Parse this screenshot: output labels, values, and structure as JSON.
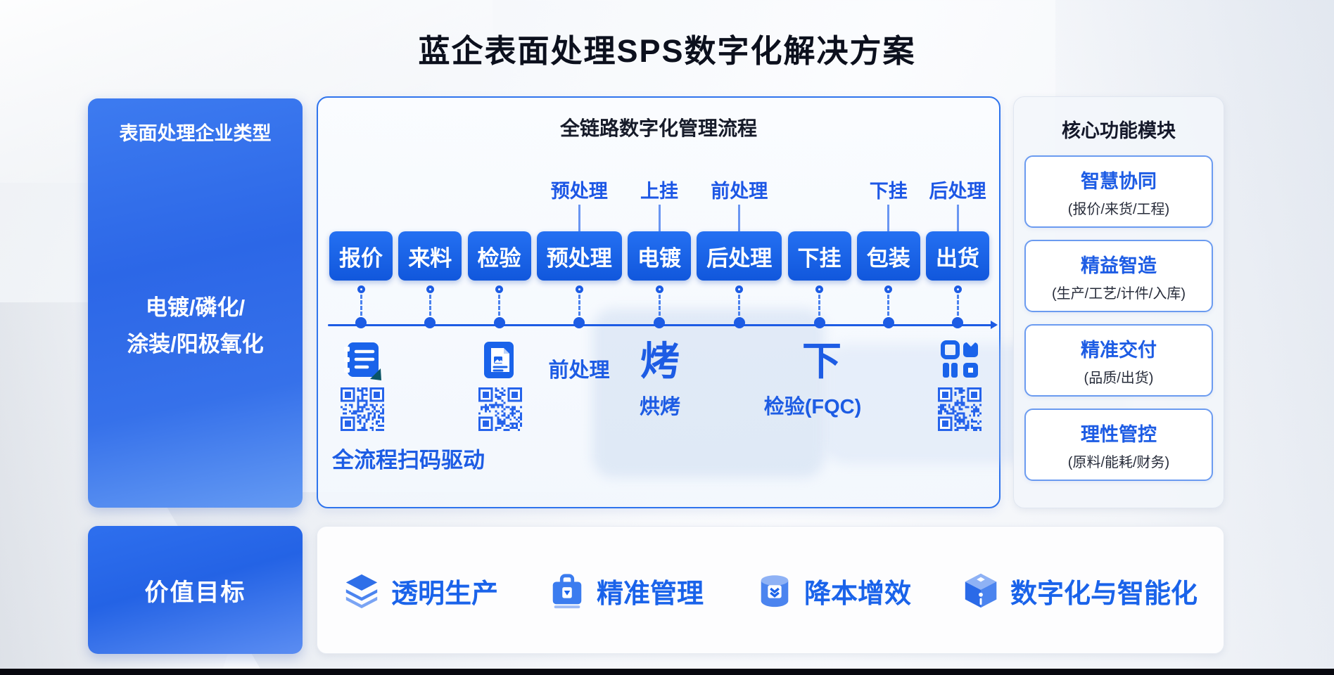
{
  "page": {
    "title": "蓝企表面处理SPS数字化解决方案"
  },
  "sidebar": {
    "title": "表面处理企业类型",
    "body_line1": "电镀/磷化/",
    "body_line2": "涂装/阳极氧化"
  },
  "flow": {
    "title": "全链路数字化管理流程",
    "stations": [
      {
        "box": "报价",
        "label": ""
      },
      {
        "box": "来料",
        "label": ""
      },
      {
        "box": "检验",
        "label": ""
      },
      {
        "box": "预处理",
        "label": "预处理"
      },
      {
        "box": "电镀",
        "label": "上挂"
      },
      {
        "box": "后处理",
        "label": "前处理"
      },
      {
        "box": "下挂",
        "label": ""
      },
      {
        "box": "包装",
        "label": "下挂"
      },
      {
        "box": "出货",
        "label": "后处理"
      }
    ],
    "annotations": {
      "pretreat": "前处理",
      "bake_big": "烤",
      "bake_sub": "烘烤",
      "unload_big": "下",
      "unload_sub": "检验(FQC)",
      "scan_note": "全流程扫码驱动"
    }
  },
  "modules": {
    "title": "核心功能模块",
    "cards": [
      {
        "title": "智慧协同",
        "subtitle": "(报价/来货/工程)"
      },
      {
        "title": "精益智造",
        "subtitle": "(生产/工艺/计件/入库)"
      },
      {
        "title": "精准交付",
        "subtitle": "(品质/出货)"
      },
      {
        "title": "理性管控",
        "subtitle": "(原料/能耗/财务)"
      }
    ]
  },
  "values": {
    "label": "价值目标",
    "items": [
      {
        "text": "透明生产",
        "icon": "layers-icon"
      },
      {
        "text": "精准管理",
        "icon": "briefcase-icon"
      },
      {
        "text": "降本增效",
        "icon": "database-icon"
      },
      {
        "text": "数字化与智能化",
        "icon": "cube-icon"
      }
    ]
  },
  "colors": {
    "accent_blue": "#1d5ce4",
    "box_blue": "#1660e8",
    "panel_blue_light": "#5b8df0",
    "title_dark": "#0c101d",
    "qr_blue": "#2563eb"
  }
}
